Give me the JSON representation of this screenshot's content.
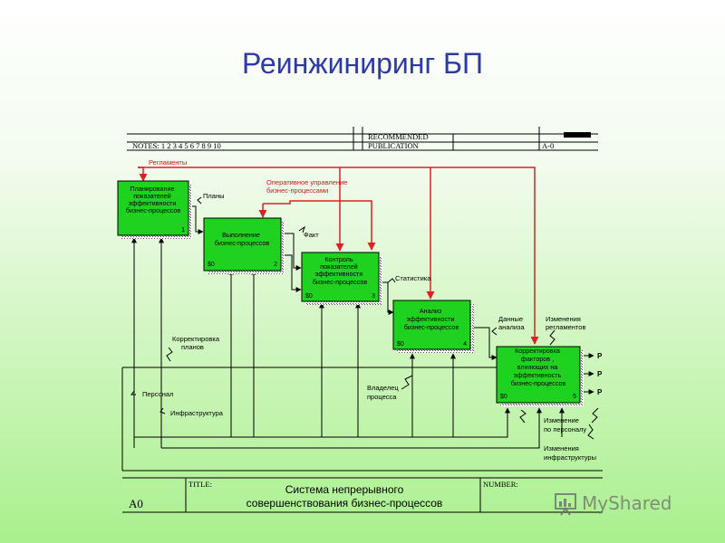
{
  "slide": {
    "title": "Реинжиниринг БП"
  },
  "frame": {
    "notes": "NOTES:  1  2  3  4  5  6  7  8  9  10",
    "recommended": "RECOMMENDED",
    "publication": "PUBLICATION",
    "page_ref": "A-0",
    "node": "A0",
    "title_label": "TITLE:",
    "title_line1": "Система непрерывного",
    "title_line2": "совершенствования бизнес-процессов",
    "number_label": "NUMBER:"
  },
  "boxes": [
    {
      "lines": [
        "Планирование",
        "показателей",
        "эффективности",
        "бизнес-процессов"
      ],
      "cost": "",
      "num": "1"
    },
    {
      "lines": [
        "Выполнение",
        "бизнес-процессов"
      ],
      "cost": "$0",
      "num": "2"
    },
    {
      "lines": [
        "Контроль",
        "показателей",
        "эффективности",
        "бизнес-процессов"
      ],
      "cost": "$0",
      "num": "3"
    },
    {
      "lines": [
        "Анализ",
        "эффективности",
        "бизнес-процессов"
      ],
      "cost": "$0",
      "num": "4"
    },
    {
      "lines": [
        "Корректировка",
        "факторов ,",
        "влияющих на",
        "эффективность",
        "бизнес-процессов"
      ],
      "cost": "$0",
      "num": "5"
    }
  ],
  "arrow_labels": {
    "reglamenty": "Регламенты",
    "operative1": "Оперативное управление",
    "operative2": "бизнес-процессами",
    "plany": "Планы",
    "fakt": "Факт",
    "statistika": "Статистика",
    "dannye1": "Данные",
    "dannye2": "анализа",
    "izm_regl1": "Изменения",
    "izm_regl2": "регламентов",
    "korr1": "Корректировка",
    "korr2": "планов",
    "personal": "Персонал",
    "infra": "Инфраструктура",
    "vladelec1": "Владелец",
    "vladelec2": "процесса",
    "izm_pers1": "Изменение",
    "izm_pers2": "по персоналу",
    "izm_infra1": "Изменения",
    "izm_infra2": "инфраструктуры"
  },
  "tunnels": [
    "P",
    "P",
    "P"
  ],
  "watermark": "MyShared",
  "colors": {
    "title": "#2b3aa6",
    "box_fill": "#1fd21f",
    "red_arrow": "#e02020",
    "red_text": "#d01818",
    "line": "#000000"
  }
}
